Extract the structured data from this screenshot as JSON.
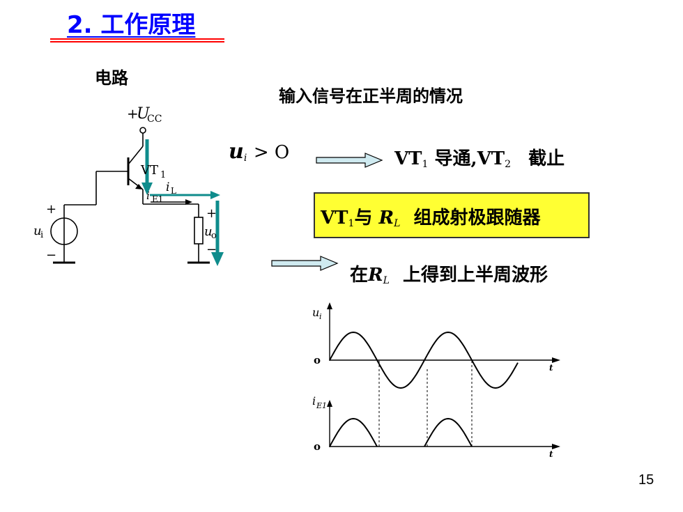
{
  "slide": {
    "title": "2. 工作原理",
    "circuit_label": "电路",
    "subheading": "输入信号在正半周的情况",
    "page_number": "15"
  },
  "condition": {
    "var": "u",
    "var_sub": "i",
    "relation": "> O",
    "result_vt1": "VT",
    "result_vt1_sub": "1",
    "result_on": "导通",
    "sep": ",",
    "result_vt2": "VT",
    "result_vt2_sub": "2",
    "result_off": "截止"
  },
  "emitter_follower": {
    "vt": "VT",
    "vt_sub": "1",
    "with": "与",
    "r": "R",
    "r_sub": "L",
    "text": "组成射极跟随器"
  },
  "result_line": {
    "pre": "在",
    "r": "R",
    "r_sub": "L",
    "text": "上得到上半周波形"
  },
  "circuit": {
    "supply_plus": "+",
    "supply_u": "U",
    "supply_sub": "CC",
    "vt_label": "VT",
    "vt_sub": "1",
    "ie_i": "i",
    "ie_sub": "E1",
    "il_i": "i",
    "il_sub": "L",
    "in_plus": "+",
    "in_minus": "−",
    "in_u": "u",
    "in_sub": "i",
    "out_plus": "+",
    "out_minus": "−",
    "out_u": "u",
    "out_sub": "o",
    "accent_color": "#0f8c8c"
  },
  "waveforms": {
    "top_label": "u",
    "top_label_sub": "i",
    "bottom_label": "i",
    "bottom_label_sub": "E1",
    "origin": "o",
    "t_label": "t"
  }
}
